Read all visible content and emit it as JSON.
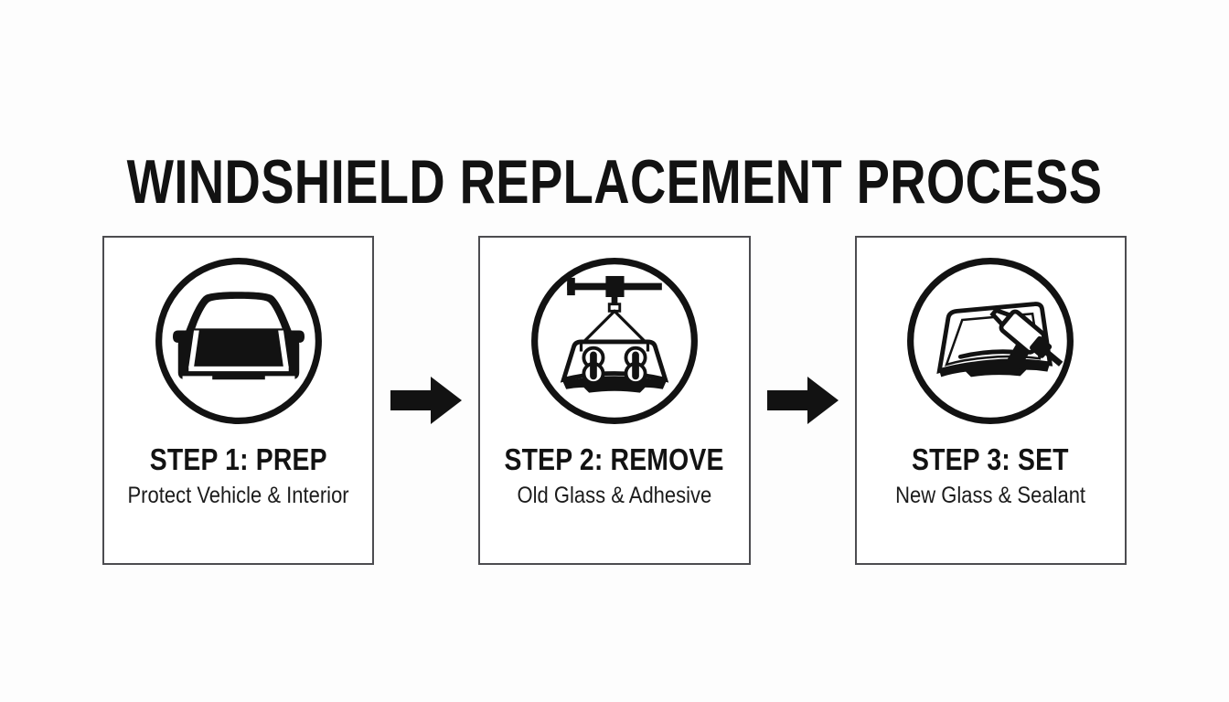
{
  "page": {
    "title": "WINDSHIELD REPLACEMENT PROCESS",
    "background_color": "#fdfdfd",
    "ink_color": "#121212",
    "card_border_color": "#4c4c50",
    "card_fill_color": "#ffffff"
  },
  "steps": [
    {
      "icon": "car-front-icon",
      "title": "STEP 1: PREP",
      "subtitle": "Protect Vehicle & Interior"
    },
    {
      "icon": "windshield-lifter-icon",
      "title": "STEP 2: REMOVE",
      "subtitle": "Old Glass & Adhesive"
    },
    {
      "icon": "windshield-sealant-gun-icon",
      "title": "STEP 3: SET",
      "subtitle": "New Glass & Sealant"
    }
  ],
  "arrows": [
    {
      "icon": "arrow-right-icon"
    },
    {
      "icon": "arrow-right-icon"
    }
  ]
}
